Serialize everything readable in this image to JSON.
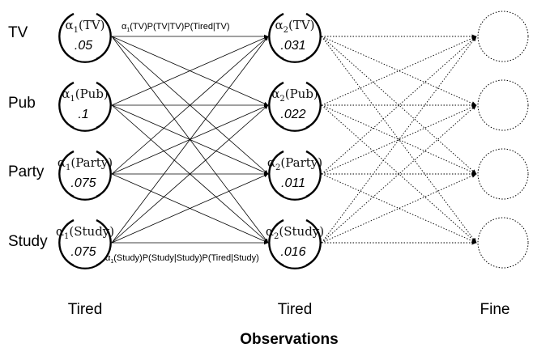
{
  "diagram": {
    "states": [
      "TV",
      "Pub",
      "Party",
      "Study"
    ],
    "columns": [
      {
        "observation": "Tired",
        "nodes": [
          {
            "alpha_symbol": "α",
            "alpha_index": "1",
            "state": "(TV)",
            "value": ".05"
          },
          {
            "alpha_symbol": "α",
            "alpha_index": "1",
            "state": "(Pub)",
            "value": ".1"
          },
          {
            "alpha_symbol": "α",
            "alpha_index": "1",
            "state": "(Party)",
            "value": ".075"
          },
          {
            "alpha_symbol": "α",
            "alpha_index": "1",
            "state": "(Study)",
            "value": ".075"
          }
        ]
      },
      {
        "observation": "Tired",
        "nodes": [
          {
            "alpha_symbol": "α",
            "alpha_index": "2",
            "state": "(TV)",
            "value": ".031"
          },
          {
            "alpha_symbol": "α",
            "alpha_index": "2",
            "state": "(Pub)",
            "value": ".022"
          },
          {
            "alpha_symbol": "α",
            "alpha_index": "2",
            "state": "(Party)",
            "value": ".011"
          },
          {
            "alpha_symbol": "α",
            "alpha_index": "2",
            "state": "(Study)",
            "value": ".016"
          }
        ]
      },
      {
        "observation": "Fine",
        "nodes": [
          {
            "alpha_symbol": "",
            "alpha_index": "",
            "state": "",
            "value": ""
          },
          {
            "alpha_symbol": "",
            "alpha_index": "",
            "state": "",
            "value": ""
          },
          {
            "alpha_symbol": "",
            "alpha_index": "",
            "state": "",
            "value": ""
          },
          {
            "alpha_symbol": "",
            "alpha_index": "",
            "state": "",
            "value": ""
          }
        ]
      }
    ],
    "annotation_top": {
      "prefix": "α",
      "index": "1",
      "rest": "(TV)P(TV|TV)P(Tired|TV)"
    },
    "annotation_bottom": {
      "prefix": "α",
      "index": "1",
      "rest": "(Study)P(Study|Study)P(Tired|Study)"
    },
    "observations_title": "Observations"
  }
}
